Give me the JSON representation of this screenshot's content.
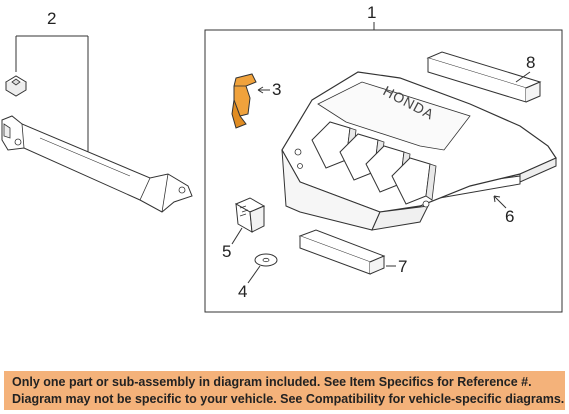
{
  "callouts": {
    "c1": "1",
    "c2": "2",
    "c3": "3",
    "c4": "4",
    "c5": "5",
    "c6": "6",
    "c7": "7",
    "c8": "8"
  },
  "brand_text": "HONDA",
  "notice": {
    "line1": "Only one part or sub-assembly in diagram included. See Item Specifics for Reference #.",
    "line2": "Diagram may not be specific to your vehicle. See Compatibility for vehicle-specific diagrams."
  },
  "colors": {
    "highlight_part": "#f0a23c",
    "notice_bg": "#f4b27a",
    "line": "#333333"
  }
}
